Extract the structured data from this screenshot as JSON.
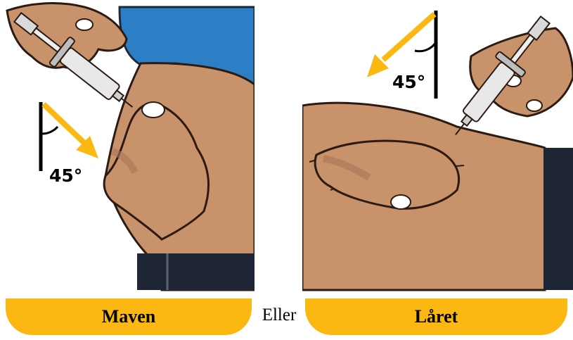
{
  "panels": {
    "left": {
      "label": "Maven",
      "angle_label": "45°"
    },
    "right": {
      "label": "Låret",
      "angle_label": "45°"
    }
  },
  "connector": "Eller",
  "colors": {
    "label_background": "#fcb812",
    "arrow": "#fcb812",
    "skin": "#c8926a",
    "skin_shadow": "#a9745a",
    "shirt": "#2c7fc4",
    "trousers": "#1e2636",
    "outline": "#2b1b12"
  }
}
